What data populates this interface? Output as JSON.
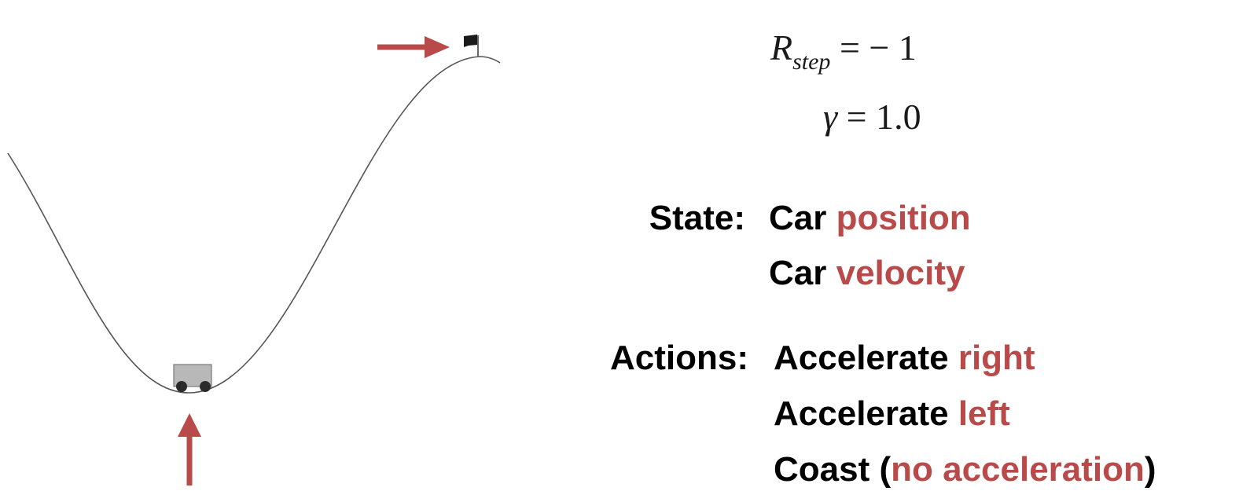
{
  "colors": {
    "accent": "#b84a4a",
    "text": "#000000",
    "curve": "#555555",
    "car_body": "#b8b8b8",
    "wheel": "#2a2a2a"
  },
  "equations": {
    "reward": {
      "symbol": "R",
      "subscript": "step",
      "rhs": "= − 1"
    },
    "discount": {
      "symbol": "γ",
      "rhs": "= 1.0"
    }
  },
  "state": {
    "label": "State:",
    "items": [
      {
        "prefix": "Car ",
        "highlight": "position"
      },
      {
        "prefix": "Car ",
        "highlight": "velocity"
      }
    ]
  },
  "actions": {
    "label": "Actions:",
    "items": [
      {
        "prefix": "Accelerate ",
        "highlight": "right",
        "suffix": ""
      },
      {
        "prefix": "Accelerate ",
        "highlight": "left",
        "suffix": ""
      },
      {
        "prefix": "Coast (",
        "highlight": "no acceleration",
        "suffix": ")"
      }
    ]
  },
  "diagram": {
    "icons": [
      "flag-icon",
      "car-icon",
      "arrow-right-icon",
      "arrow-up-icon"
    ]
  }
}
